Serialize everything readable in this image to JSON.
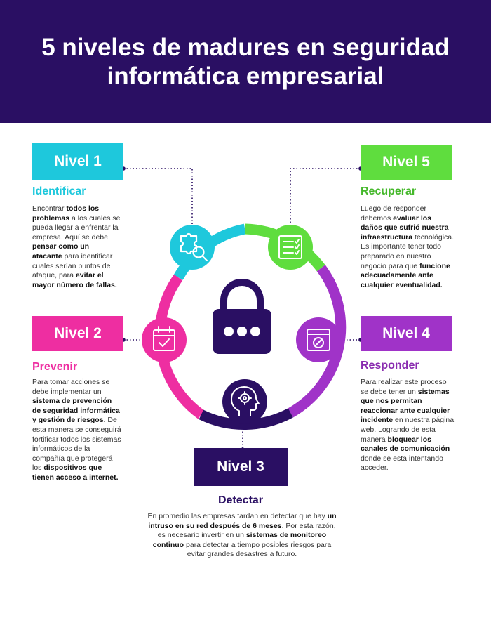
{
  "title": "5 niveles de madures en seguridad informática empresarial",
  "colors": {
    "header_bg": "#2a0f63",
    "cyan": "#1ec8dc",
    "green": "#5fdd3e",
    "purple": "#a033c8",
    "pink": "#ee2ea1",
    "navy": "#2a0f63"
  },
  "center_icon": "padlock-icon",
  "levels": [
    {
      "label": "Nivel 1",
      "title": "Identificar",
      "icon": "puzzle-magnifier-icon",
      "desc": [
        {
          "t": "Encontrar ",
          "b": false
        },
        {
          "t": "todos los problemas",
          "b": true
        },
        {
          "t": " a los cuales se pueda llegar a enfrentar la empresa. Aquí se debe ",
          "b": false
        },
        {
          "t": "pensar como un atacante",
          "b": true
        },
        {
          "t": " para identificar cuales serían puntos de ataque, para ",
          "b": false
        },
        {
          "t": "evitar el mayor número de fallas.",
          "b": true
        }
      ]
    },
    {
      "label": "Nivel 2",
      "title": "Prevenir",
      "icon": "calendar-check-icon",
      "desc": [
        {
          "t": "Para tomar acciones se debe implementar un ",
          "b": false
        },
        {
          "t": "sistema de prevención de seguridad informática y gestión de riesgos",
          "b": true
        },
        {
          "t": ". De esta manera se conseguirá fortificar todos los sistemas informáticos de la compañía que protegerá los ",
          "b": false
        },
        {
          "t": "dispositivos  que tienen acceso a internet.",
          "b": true
        }
      ]
    },
    {
      "label": "Nivel 3",
      "title": "Detectar",
      "icon": "head-gear-icon",
      "desc": [
        {
          "t": "En promedio las empresas tardan en detectar que hay ",
          "b": false
        },
        {
          "t": "un intruso en su red después de 6 meses",
          "b": true
        },
        {
          "t": ". Por esta razón, es necesario invertir en un ",
          "b": false
        },
        {
          "t": "sistemas de monitoreo continuo",
          "b": true
        },
        {
          "t": " para detectar a tiempo posibles riesgos para evitar grandes desastres a futuro.",
          "b": false
        }
      ]
    },
    {
      "label": "Nivel 4",
      "title": "Responder",
      "icon": "browser-block-icon",
      "desc": [
        {
          "t": "Para realizar este proceso se debe tener un ",
          "b": false
        },
        {
          "t": "sistemas que nos permitan reaccionar ante cualquier incidente",
          "b": true
        },
        {
          "t": " en nuestra página web. Logrando de esta manera ",
          "b": false
        },
        {
          "t": "bloquear los canales de comunicación",
          "b": true
        },
        {
          "t": " donde se esta intentando acceder.",
          "b": false
        }
      ]
    },
    {
      "label": "Nivel 5",
      "title": "Recuperar",
      "icon": "checklist-icon",
      "desc": [
        {
          "t": "Luego de responder debemos ",
          "b": false
        },
        {
          "t": "evaluar los daños que sufrió nuestra infraestructura",
          "b": true
        },
        {
          "t": " tecnológica. Es importante tener todo preparado en nuestro negocio para que ",
          "b": false
        },
        {
          "t": "funcione adecuadamente ante cualquier eventualidad.",
          "b": true
        }
      ]
    }
  ]
}
